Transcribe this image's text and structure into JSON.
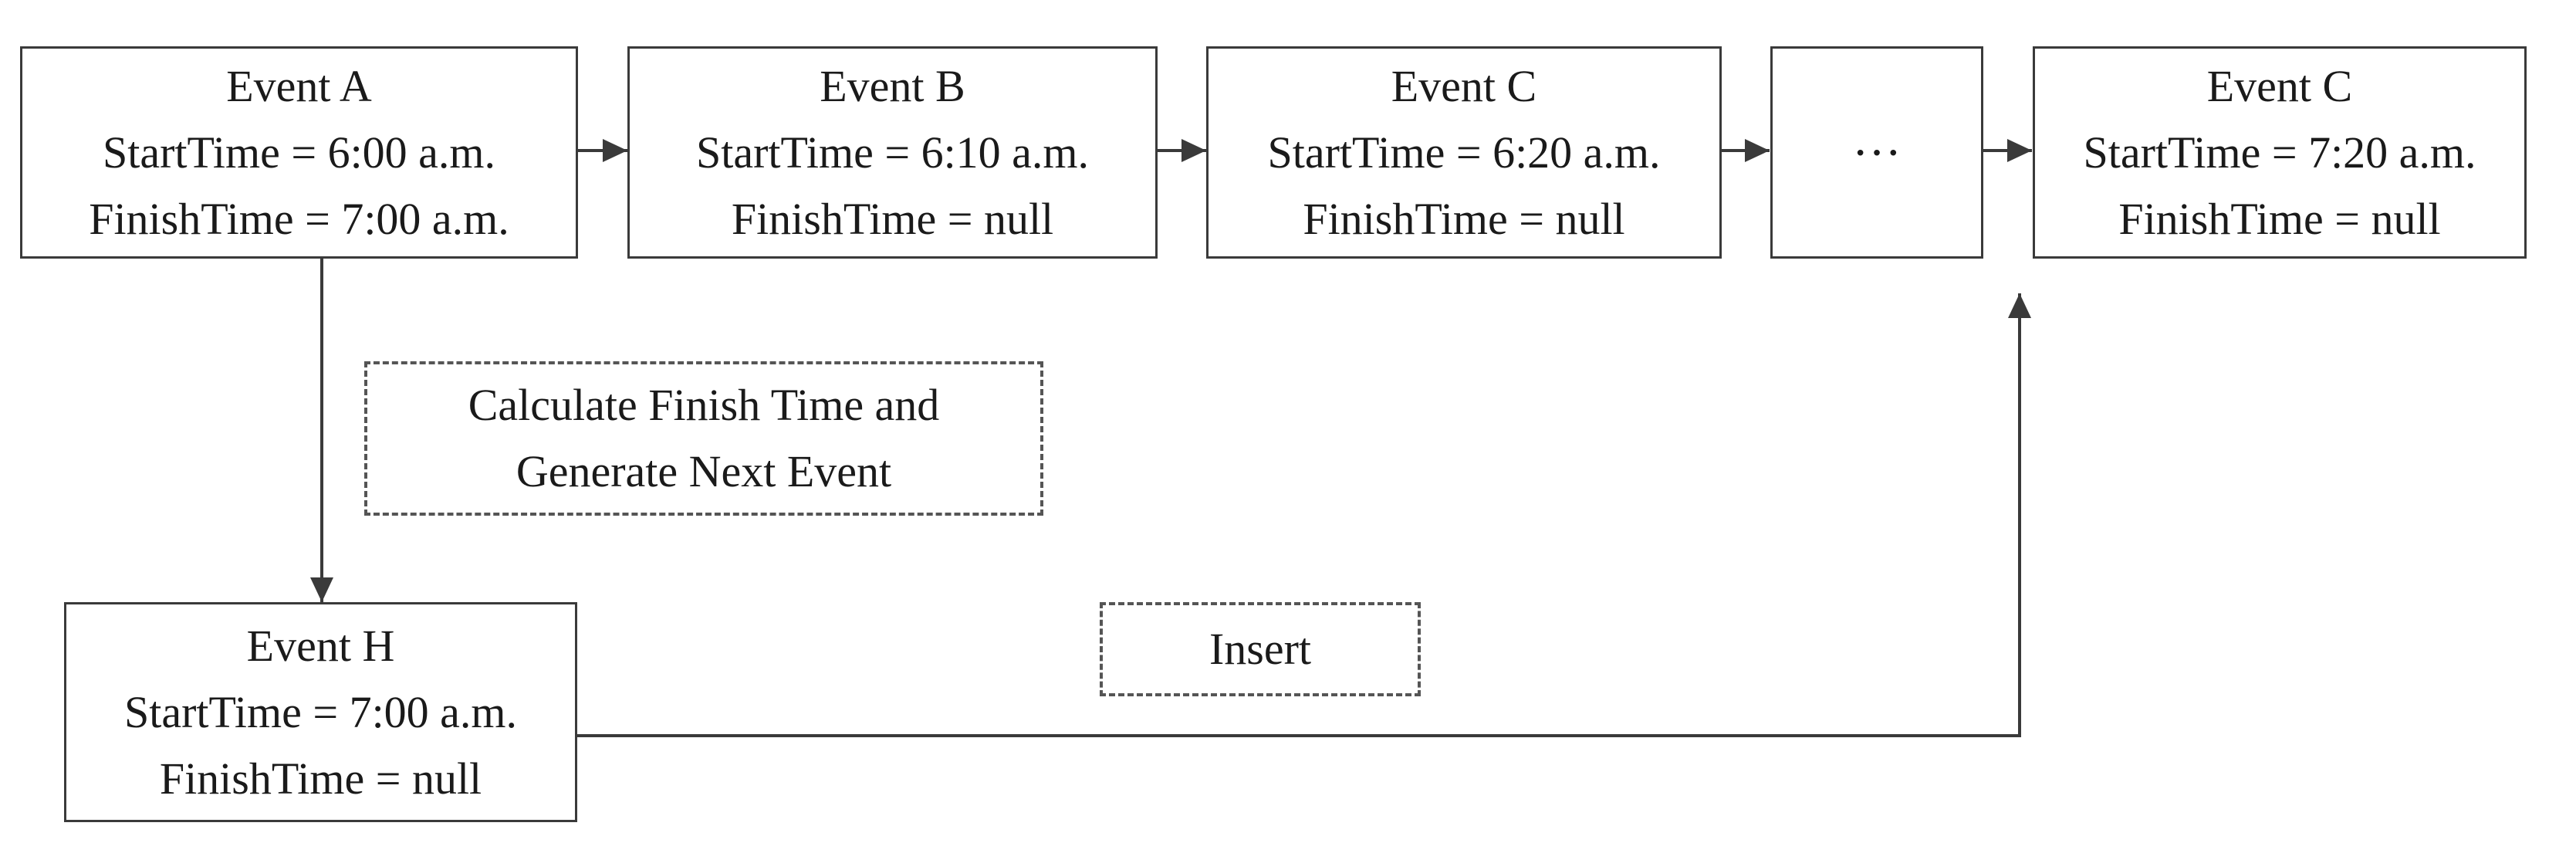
{
  "events": {
    "a": {
      "title": "Event A",
      "start": "StartTime = 6:00 a.m.",
      "finish": "FinishTime = 7:00 a.m."
    },
    "b": {
      "title": "Event B",
      "start": "StartTime = 6:10 a.m.",
      "finish": "FinishTime = null"
    },
    "c1": {
      "title": "Event C",
      "start": "StartTime = 6:20 a.m.",
      "finish": "FinishTime = null"
    },
    "ellipsis": "···",
    "c2": {
      "title": "Event C",
      "start": "StartTime = 7:20 a.m.",
      "finish": "FinishTime = null"
    },
    "h": {
      "title": "Event H",
      "start": "StartTime = 7:00 a.m.",
      "finish": "FinishTime = null"
    }
  },
  "annotations": {
    "calculate_line1": "Calculate Finish Time and",
    "calculate_line2": "Generate Next Event",
    "insert": "Insert"
  },
  "colors": {
    "line": "#3a3a3a",
    "dash": "#555555",
    "text": "#1a1a1a"
  }
}
